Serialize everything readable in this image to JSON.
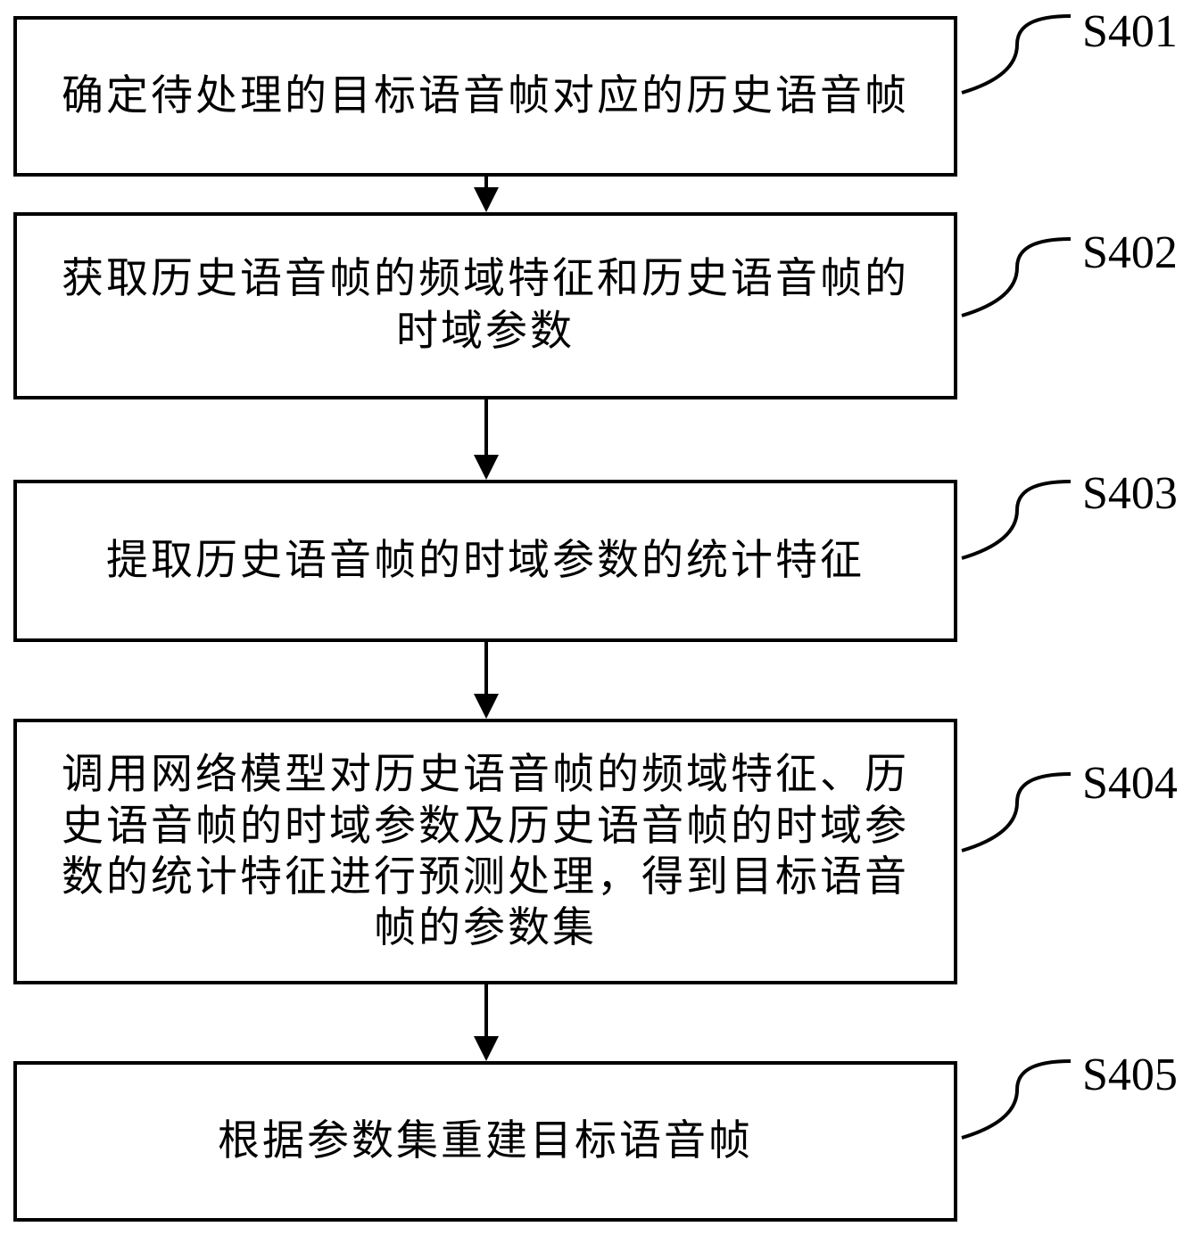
{
  "steps": [
    {
      "id": "S401",
      "text": "确定待处理的目标语音帧对应的历史语音帧"
    },
    {
      "id": "S402",
      "text": "获取历史语音帧的频域特征和历史语音帧的时域参数"
    },
    {
      "id": "S403",
      "text": "提取历史语音帧的时域参数的统计特征"
    },
    {
      "id": "S404",
      "text": "调用网络模型对历史语音帧的频域特征、历史语音帧的时域参数及历史语音帧的时域参数的统计特征进行预测处理，得到目标语音帧的参数集"
    },
    {
      "id": "S405",
      "text": "根据参数集重建目标语音帧"
    }
  ]
}
